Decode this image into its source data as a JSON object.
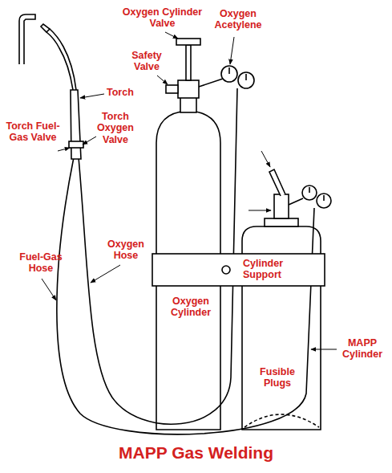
{
  "diagram": {
    "title": "MAPP Gas Welding",
    "labels": [
      "Oxygen Cylinder Valve",
      "Safety Valve",
      "Oxygen Acetylene",
      "Torch",
      "Torch Fuel-Gas Valve",
      "Torch Oxygen Valve",
      "Oxygen Hose",
      "Fuel-Gas Hose",
      "Cylinder Support",
      "Oxygen Cylinder",
      "MAPP Cylinder",
      "Fusible Plugs"
    ]
  }
}
